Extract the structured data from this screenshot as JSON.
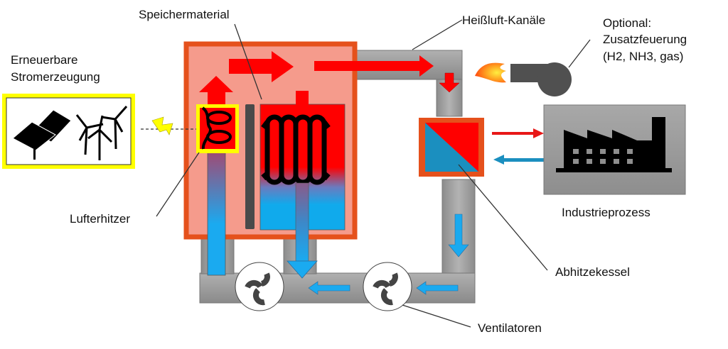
{
  "labels": {
    "renewables_line1": "Erneuerbare",
    "renewables_line2": "Stromerzeugung",
    "storage_material": "Speichermaterial",
    "hot_air_ducts": "Heißluft-Kanäle",
    "optional_line1": "Optional:",
    "optional_line2": "Zusatzfeuerung",
    "optional_line3": "(H2, NH3, gas)",
    "air_heater": "Lufterhitzer",
    "industrial_process": "Industrieprozess",
    "waste_heat_boiler": "Abhitzekessel",
    "fans": "Ventilatoren"
  },
  "colors": {
    "hot": "#ff0000",
    "cold": "#1aaaf0",
    "duct": "#a6a6a6",
    "storage_border": "#e5511c",
    "storage_fill": "#f59b8c",
    "heater_frame": "#ffff00",
    "burner": "#505050",
    "exchanger_cold": "#1b8fbf",
    "process_box": "#9d9d9d"
  }
}
